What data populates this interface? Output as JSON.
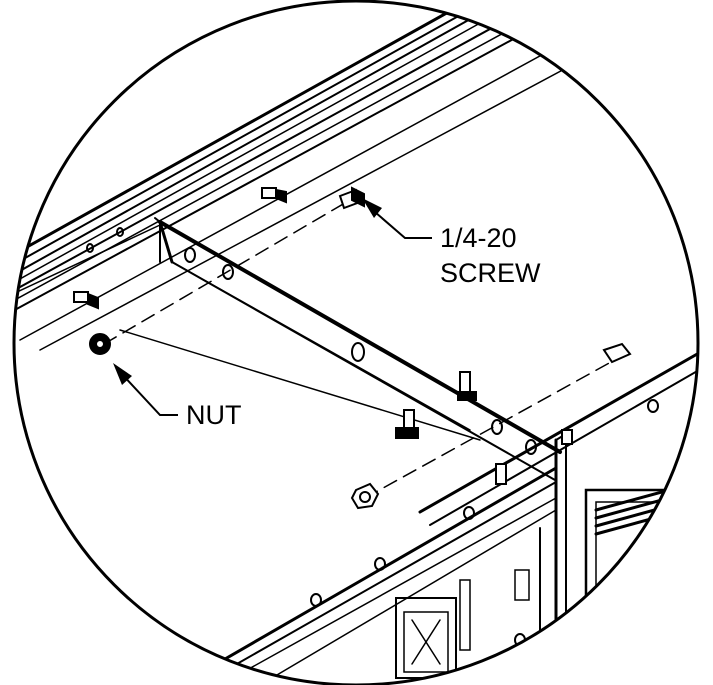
{
  "diagram": {
    "callouts": {
      "screw": {
        "line1": "1/4-20",
        "line2": "SCREW"
      },
      "nut": {
        "label": "NUT"
      }
    }
  },
  "colors": {
    "ink": "#000000",
    "paper": "#ffffff"
  }
}
